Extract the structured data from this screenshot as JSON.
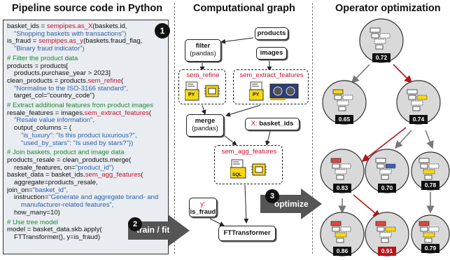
{
  "panels": {
    "left_title": "Pipeline source code in Python",
    "mid_title": "Computational graph",
    "right_title": "Operator optimization"
  },
  "code": {
    "l1a": "basket_ids = ",
    "l1b": "sempipes.as_X",
    "l1c": "(baskets.id,",
    "l2": "\"Shopping baskets with transactions\")",
    "l3a": "is_fraud = ",
    "l3b": "sempipes.as_y",
    "l3c": "(baskets.fraud_flag,",
    "l4": "\"Binary fraud indicator\")",
    "c1": "# Filter the product data",
    "l5": "products = products[",
    "l6": "products.purchase_year > 2023]",
    "l7a": "clean_products = products.",
    "l7b": "sem_refine",
    "l7c": "(",
    "l8": "\"Normalise to the ISO-3166 standard\",",
    "l9": "target_col=\"country_code\")",
    "c2": "# Extract additional features from product images",
    "l10a": "resale_features = images.",
    "l10b": "sem_extract_features",
    "l10c": "(",
    "l11": "\"Resale value information\",",
    "l12": "output_columns = {",
    "l13": "\"is_luxury\": \"Is this product luxurious?\",",
    "l14": "\"used_by_stars\": \"Is used by stars?\"})",
    "c3": "# Join baskets, product and image data",
    "l15": "products_resale = clean_products.merge(",
    "l16a": "resale_features, on=",
    "l16b": "\"product_id\")",
    "l17a": "basket_data = basket_ids.",
    "l17b": "sem_agg_features",
    "l17c": "(",
    "l18": "aggregate=products_resale,",
    "l19a": "join_on=",
    "l19b": "\"basket_id\",",
    "l20a": "instruction=",
    "l20b": "\"Generate and aggregate brand- and",
    "l21": "manufacturer-related features\",",
    "l22": "how_many=10)",
    "c4": "# Use tree model",
    "l23": "model = basket_data.skb.apply(",
    "l24": "FTTransformer(), y=is_fraud)"
  },
  "badges": {
    "b1": "1",
    "b2": "2",
    "b3": "3"
  },
  "arrows": {
    "train": "train / fit",
    "optimize": "optimize"
  },
  "graph": {
    "products": "products",
    "filter": "filter",
    "filter_sub": "(pandas)",
    "images": "images",
    "sem_refine": "sem_refine",
    "sem_extract": "sem_extract_features",
    "py1": "PY",
    "py2": "PY",
    "merge": "merge",
    "merge_sub": "(pandas)",
    "x_lbl": "X:",
    "x_val": "basket_ids",
    "sem_agg": "sem_agg_features",
    "sql": "SQL",
    "y_lbl": "y:",
    "y_val": "is_fraud",
    "ft": "FTTransformer"
  },
  "scores": {
    "root": "0.72",
    "l1a": "0.65",
    "l1b": "0.74",
    "l2a": "0.83",
    "l2b": "0.70",
    "l2c": "0.78",
    "l3a": "0.86",
    "l3b": "0.91",
    "l3c": "0.79"
  },
  "colors": {
    "red": "#c8102e",
    "green": "#1a8a2c",
    "blue": "#2e5fa8",
    "node_fill": "#d9d9d9",
    "yellow": "#f5d915",
    "node_red": "#e0463e",
    "node_blue": "#3f5fb0"
  }
}
